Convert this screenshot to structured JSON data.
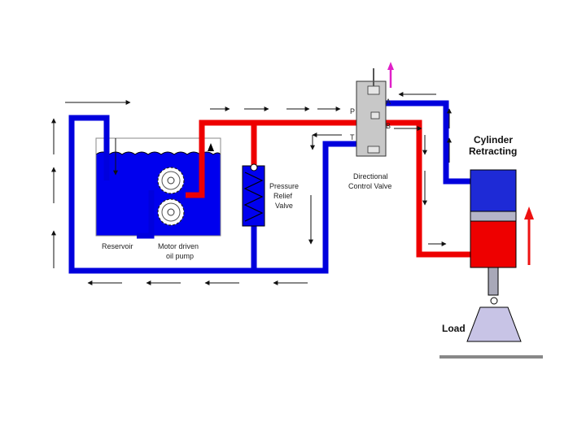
{
  "labels": {
    "reservoir": "Reservoir",
    "pump_line1": "Motor driven",
    "pump_line2": "oil pump",
    "relief_line1": "Pressure",
    "relief_line2": "Relief",
    "relief_line3": "Valve",
    "dcv_line1": "Directional",
    "dcv_line2": "Control Valve",
    "port_p": "P",
    "port_t": "T",
    "port_a": "A",
    "port_b": "B",
    "cylinder_line1": "Cylinder",
    "cylinder_line2": "Retracting",
    "load": "Load"
  },
  "colors": {
    "pressure_line": "#ee0000",
    "return_line": "#0000dd",
    "oil": "#0000ee",
    "cylinder_cap": "#1e2ad6",
    "cylinder_rod_side": "#ee0000",
    "piston": "#b5b5c8",
    "rod": "#a8a8b8",
    "load": "#c8c4e6",
    "ground": "#888888",
    "valve_body": "#c8c8c8",
    "pilot_arrow": "#e020c8",
    "motion_arrow": "#ee1111"
  },
  "icons": {
    "pump": "gear-pump-icon",
    "relief_valve": "spring-relief-valve-icon",
    "directional_valve": "spool-valve-icon",
    "cylinder": "hydraulic-cylinder-icon",
    "load": "load-weight-icon"
  }
}
